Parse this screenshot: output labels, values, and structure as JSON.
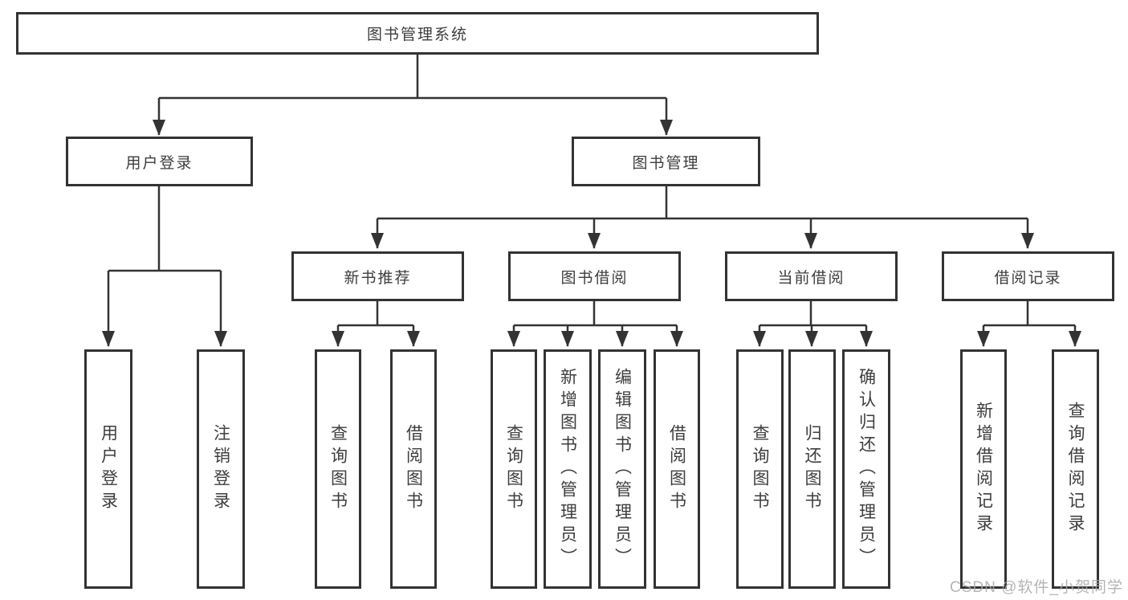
{
  "diagram": {
    "root": "图书管理系统",
    "level1": [
      "用户登录",
      "图书管理"
    ],
    "level2": [
      "新书推荐",
      "图书借阅",
      "当前借阅",
      "借阅记录"
    ],
    "leaves": {
      "login": [
        "用户登录",
        "注销登录"
      ],
      "newbook": [
        "查询图书",
        "借阅图书"
      ],
      "borrow": [
        "查询图书",
        "新增图书（管理员）",
        "编辑图书（管理员）",
        "借阅图书"
      ],
      "current": [
        "查询图书",
        "归还图书",
        "确认归还（管理员）"
      ],
      "records": [
        "新增借阅记录",
        "查询借阅记录"
      ]
    }
  },
  "colors": {
    "line": "#333333",
    "text": "#3d3d3d",
    "box_background": "#ffffff",
    "watermark": "#a8a8a8"
  },
  "watermark": "CSDN @软件_小贺同学"
}
